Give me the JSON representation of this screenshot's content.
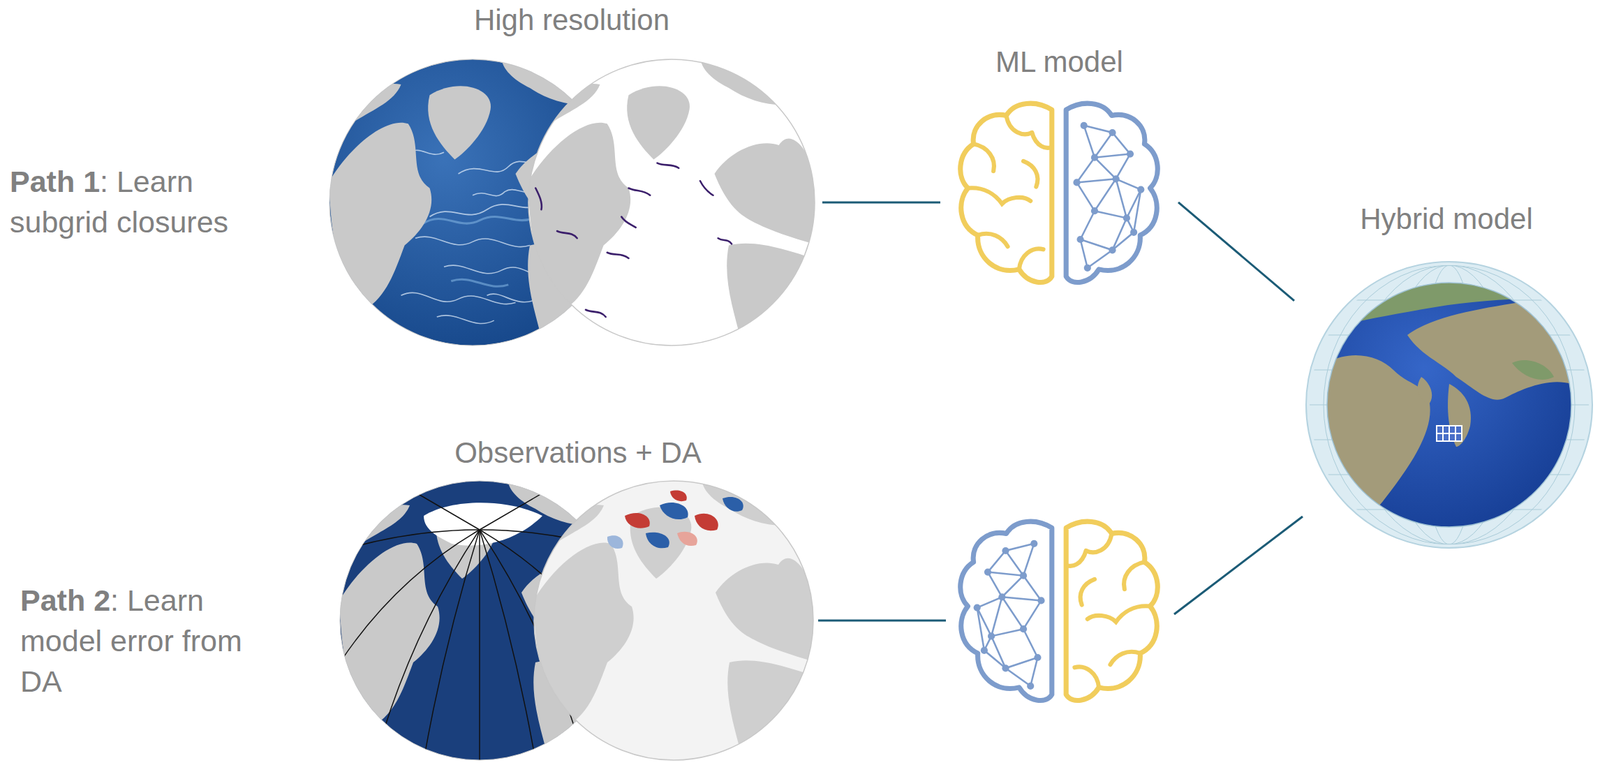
{
  "diagram": {
    "nodes": [
      {
        "text": [
          "High resolution"
        ]
      },
      {
        "text": [
          "ML model"
        ]
      },
      {
        "text": [
          "Hybrid model"
        ]
      },
      {
        "text": [
          "Observations + DA"
        ]
      }
    ],
    "edges": [
      {
        "from": 0,
        "to": 1,
        "arrow": "none"
      },
      {
        "from": 1,
        "to": 2,
        "arrow": "none"
      }
    ],
    "labels": [
      "Path 1",
      ": Learn subgrid closures",
      "Path 2",
      ": Learn model error from DA"
    ]
  }
}
